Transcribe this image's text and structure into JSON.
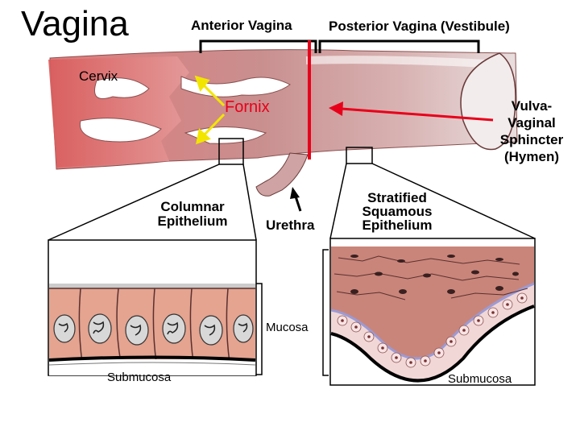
{
  "slide": {
    "title": "Vagina",
    "headers": {
      "anterior": "Anterior Vagina",
      "posterior": "Posterior Vagina (Vestibule)"
    },
    "labels": {
      "cervix": "Cervix",
      "fornix": "Fornix",
      "sphincter": "Vulva- Vaginal Sphincter (Hymen)",
      "columnar": "Columnar Epithelium",
      "urethra": "Urethra",
      "stratified": "Stratified Squamous Epithelium",
      "mucosa": "Mucosa",
      "submucosa_left": "Submucosa",
      "submucosa_right": "Submucosa"
    }
  },
  "colors": {
    "tissue_pink": "#d97a7a",
    "tissue_dark": "#b84a4a",
    "fornix_red": "#e8001a",
    "arrow_yellow": "#f2e600",
    "cell_fill": "#e0a08a",
    "epithelium_fill": "#c9857a"
  }
}
